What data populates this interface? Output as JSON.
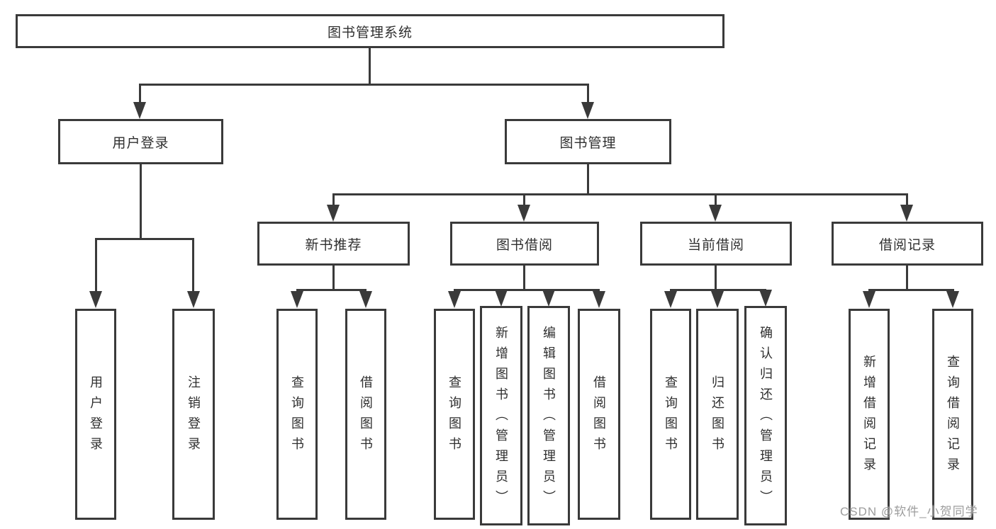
{
  "diagram": {
    "root": {
      "label": "图书管理系统"
    },
    "level2": [
      {
        "label": "用户登录"
      },
      {
        "label": "图书管理"
      }
    ],
    "level3": [
      {
        "label": "新书推荐"
      },
      {
        "label": "图书借阅"
      },
      {
        "label": "当前借阅"
      },
      {
        "label": "借阅记录"
      }
    ],
    "leaves": [
      {
        "label": "用户登录"
      },
      {
        "label": "注销登录"
      },
      {
        "label": "查询图书"
      },
      {
        "label": "借阅图书"
      },
      {
        "label": "查询图书"
      },
      {
        "label": "新增图书（管理员）"
      },
      {
        "label": "编辑图书（管理员）"
      },
      {
        "label": "借阅图书"
      },
      {
        "label": "查询图书"
      },
      {
        "label": "归还图书"
      },
      {
        "label": "确认归还（管理员）"
      },
      {
        "label": "新增借阅记录"
      },
      {
        "label": "查询借阅记录"
      }
    ],
    "watermark": "CSDN @软件_小贺同学",
    "colors": {
      "line": "#3a3a3a",
      "text": "#2f2f2f",
      "watermark": "#8c8c8c",
      "background": "#ffffff"
    }
  }
}
